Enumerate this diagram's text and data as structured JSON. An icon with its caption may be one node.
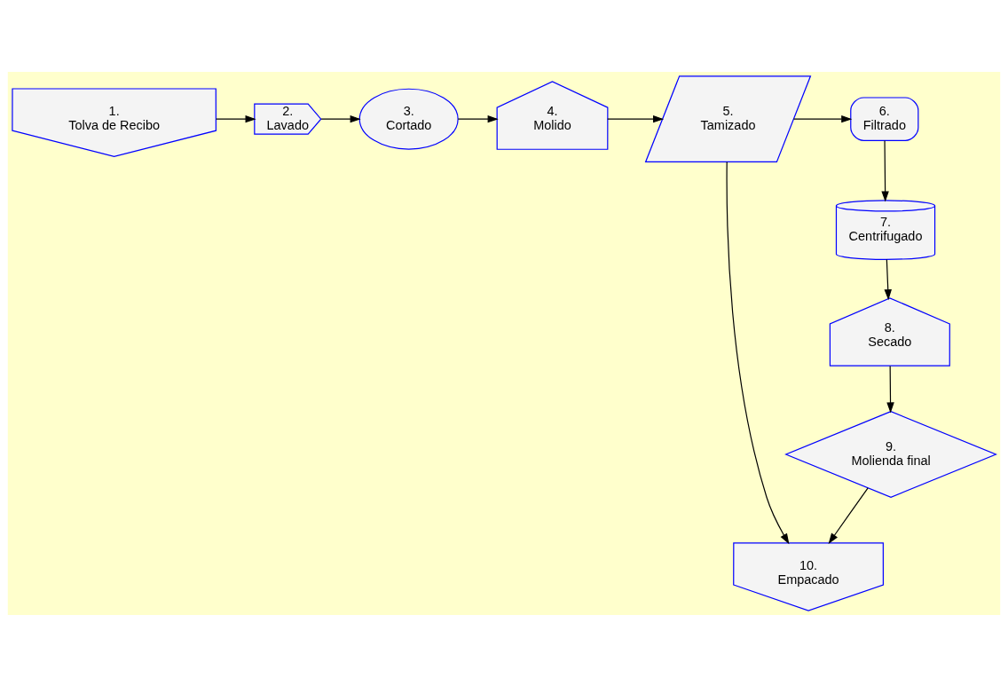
{
  "diagram": {
    "nodes": [
      {
        "text": [
          "1.",
          "Tolva de Recibo"
        ]
      },
      {
        "text": [
          "2.",
          "Lavado"
        ]
      },
      {
        "text": [
          "3.",
          "Cortado"
        ]
      },
      {
        "text": [
          "4.",
          "Molido"
        ]
      },
      {
        "text": [
          "5.",
          "Tamizado"
        ]
      },
      {
        "text": [
          "6.",
          "Filtrado"
        ]
      },
      {
        "text": [
          "7.",
          "Centrifugado"
        ]
      },
      {
        "text": [
          "8.",
          "Secado"
        ]
      },
      {
        "text": [
          "9.",
          "Molienda final"
        ]
      },
      {
        "text": [
          "10.",
          "Empacado"
        ]
      }
    ],
    "edges": [
      {
        "from": 0,
        "to": 1,
        "arrow": "to"
      },
      {
        "from": 1,
        "to": 2,
        "arrow": "to"
      },
      {
        "from": 2,
        "to": 3,
        "arrow": "to"
      },
      {
        "from": 3,
        "to": 4,
        "arrow": "to"
      },
      {
        "from": 4,
        "to": 5,
        "arrow": "to"
      },
      {
        "from": 5,
        "to": 6,
        "arrow": "to"
      },
      {
        "from": 6,
        "to": 7,
        "arrow": "to"
      },
      {
        "from": 7,
        "to": 8,
        "arrow": "to"
      },
      {
        "from": 4,
        "to": 9,
        "arrow": "to"
      },
      {
        "from": 8,
        "to": 9,
        "arrow": "to"
      }
    ]
  }
}
